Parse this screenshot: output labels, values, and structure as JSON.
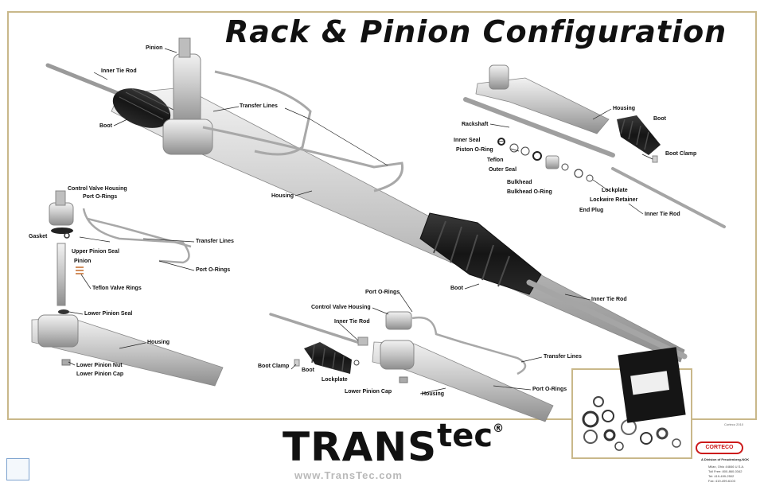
{
  "title": "Rack & Pinion Configuration",
  "labels": {
    "main_pinion": "Pinion",
    "main_inner_tie_rod": "Inner Tie Rod",
    "main_boot": "Boot",
    "main_transfer_lines": "Transfer Lines",
    "main_housing": "Housing",
    "main_boot_right": "Boot",
    "main_inner_tie_rod_right": "Inner Tie Rod",
    "tr_housing": "Housing",
    "tr_boot": "Boot",
    "tr_rackshaft": "Rackshaft",
    "tr_inner_seal": "Inner Seal",
    "tr_piston_oring": "Piston O-Ring",
    "tr_teflon": "Teflon",
    "tr_outer_seal": "Outer Seal",
    "tr_boot_clamp": "Boot Clamp",
    "tr_bulkhead": "Bulkhead",
    "tr_bulkhead_oring": "Bulkhead O-Ring",
    "tr_lockplate": "Lockplate",
    "tr_lockwire_retainer": "Lockwire Retainer",
    "tr_end_plug": "End Plug",
    "tr_inner_tie_rod": "Inner Tie Rod",
    "l_control_valve_housing": "Control Valve Housing",
    "l_port_orings": "Port O-Rings",
    "l_gasket": "Gasket",
    "l_transfer_lines": "Transfer Lines",
    "l_upper_pinion_seal": "Upper Pinion Seal",
    "l_pinion": "Pinion",
    "l_port_orings_2": "Port O-Rings",
    "l_teflon_valve_rings": "Teflon Valve Rings",
    "l_lower_pinion_seal": "Lower Pinion Seal",
    "l_housing": "Housing",
    "l_lower_pinion_nut": "Lower Pinion Nut",
    "l_lower_pinion_cap": "Lower Pinion Cap",
    "b_port_orings": "Port O-Rings",
    "b_control_valve_housing": "Control Valve Housing",
    "b_inner_tie_rod": "Inner Tie Rod",
    "b_boot_clamp": "Boot Clamp",
    "b_boot": "Boot",
    "b_lockplate": "Lockplate",
    "b_transfer_lines": "Transfer Lines",
    "b_lower_pinion_cap": "Lower Pinion Cap",
    "b_port_orings_2": "Port O-Rings",
    "b_housing": "Housing"
  },
  "copyright": "Corteco 2010",
  "brand": {
    "trans": "TRANS",
    "tec": "tec",
    "reg": "®",
    "url": "www.TransTec.com"
  },
  "corteco": {
    "logo": "CORTECO",
    "division": "A Division of Freudenberg-NOK",
    "address": [
      "Milan, Ohio 44846 U.S.A.",
      "Toll Free: 800-860-0342",
      "Tel: 419-499-2502",
      "Fax: 419-499-6103"
    ]
  },
  "colors": {
    "frame": "#c9b88a",
    "metal": "#c9c9c9",
    "boot": "#1c1c1c",
    "logo_red": "#cc1a1a"
  }
}
